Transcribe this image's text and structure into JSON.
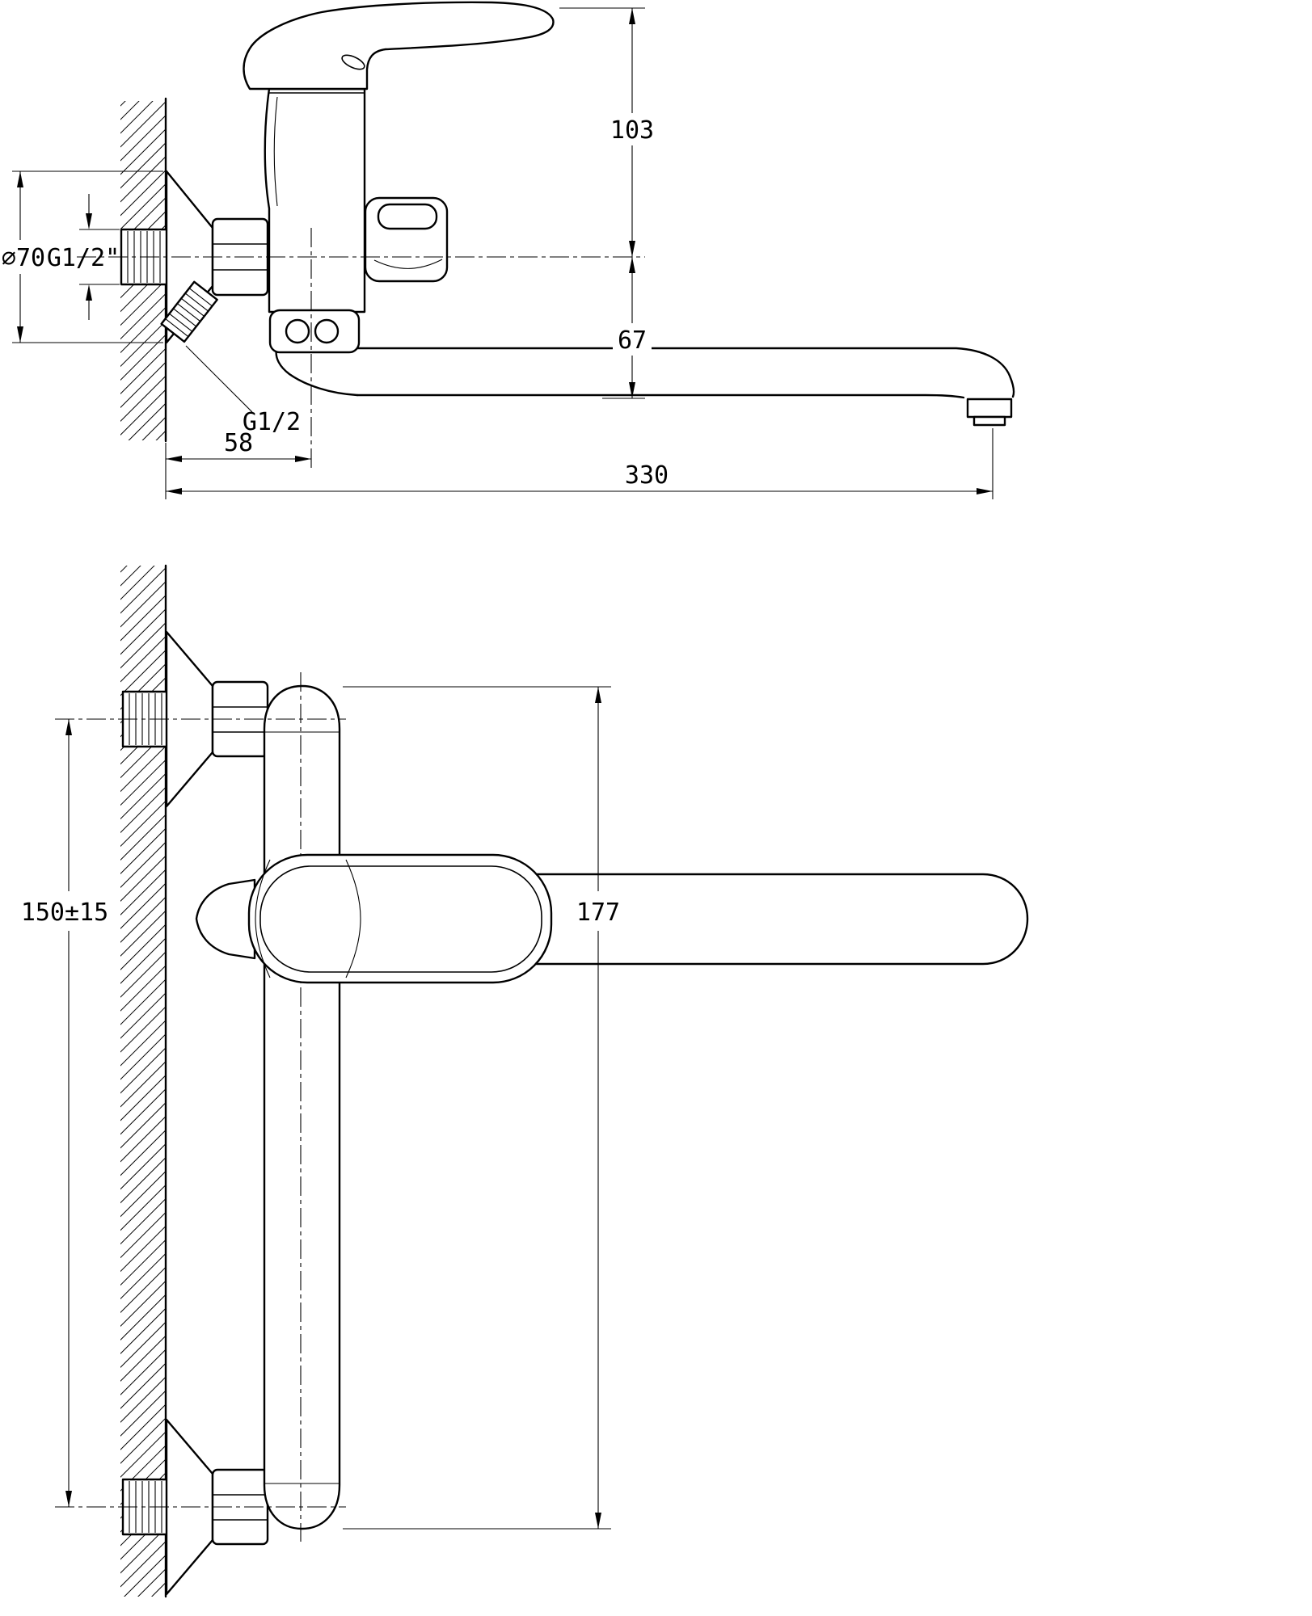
{
  "drawing": {
    "type": "technical-dimension-drawing",
    "subject": "wall-mounted bath mixer faucet, two orthographic views",
    "side_view": {
      "labels": {
        "handle_height": "103",
        "axis_to_outlet": "67",
        "flange_diameter": "⌀70",
        "inlet_thread": "G1/2\"",
        "shower_thread": "G1/2",
        "wall_to_axis": "58",
        "spout_reach": "330"
      }
    },
    "front_view": {
      "labels": {
        "inlet_spacing": "150±15",
        "body_length": "177"
      }
    },
    "colors": {
      "line": "#000000",
      "background": "#ffffff"
    }
  }
}
